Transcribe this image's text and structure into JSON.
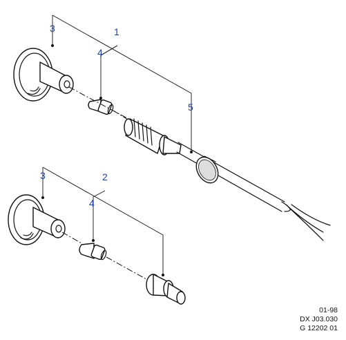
{
  "callouts": {
    "n1": "1",
    "n2": "2",
    "n3_top": "3",
    "n3_bottom": "3",
    "n4_top": "4",
    "n4_bottom": "4",
    "n5": "5"
  },
  "reference": {
    "date": "01-98",
    "doc": "DX J03.030",
    "fig": "G 12202 01"
  },
  "colors": {
    "callout": "#1f3ea8",
    "line": "#111111"
  }
}
